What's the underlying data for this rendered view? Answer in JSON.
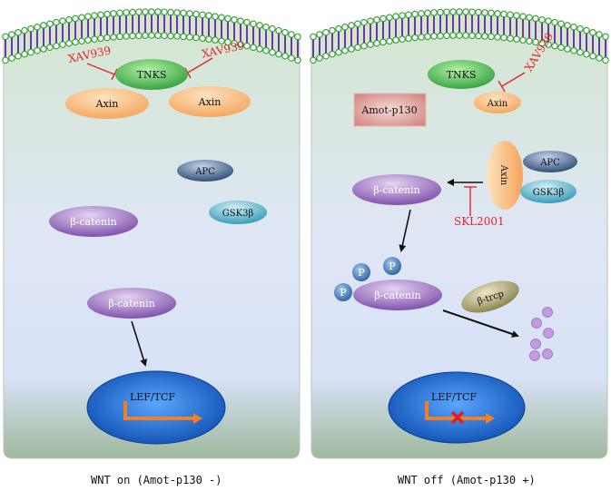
{
  "left_panel": {
    "caption": "WNT on (Amot-p130 -)",
    "inhibitor_a": "XAV939",
    "inhibitor_b": "XAV939",
    "tnks": "TNKS",
    "axin_a": "Axin",
    "axin_b": "Axin",
    "apc": "APC",
    "gsk3b": "GSK3β",
    "beta_catenin_a": "β-catenin",
    "beta_catenin_b": "β-catenin",
    "nucleus_label": "LEF/TCF"
  },
  "right_panel": {
    "caption": "WNT off (Amot-p130 +)",
    "inhibitor_xav": "XAV939",
    "tnks": "TNKS",
    "axin_small": "Axin",
    "amot": "Amot-p130",
    "axin_vertical": "Axin",
    "apc": "APC",
    "gsk3b": "GSK3β",
    "beta_catenin_a": "β-catenin",
    "inhibitor_skl": "SKL2001",
    "phospho": "P",
    "beta_catenin_b": "β-catenin",
    "beta_trcp": "β-trcp",
    "nucleus_label": "LEF/TCF"
  },
  "colors": {
    "membrane": "#6b3a9e",
    "lipid_head": "#ffffff",
    "lipid_head_stroke": "#2e9e2e",
    "inhibitor": "#e3262a",
    "tnks": "#48b848",
    "axin": "#f7b070",
    "apc": "#2d4f7e",
    "gsk3b": "#49b3c9",
    "beta_catenin": "#8a5cb3",
    "amot": "#d98f8c",
    "phospho": "#3f78be",
    "beta_trcp": "#8a8355",
    "nucleus": "#1f69c9",
    "promoter": "#f47e20",
    "block": "#e02020",
    "fragment": "#c29cde"
  }
}
